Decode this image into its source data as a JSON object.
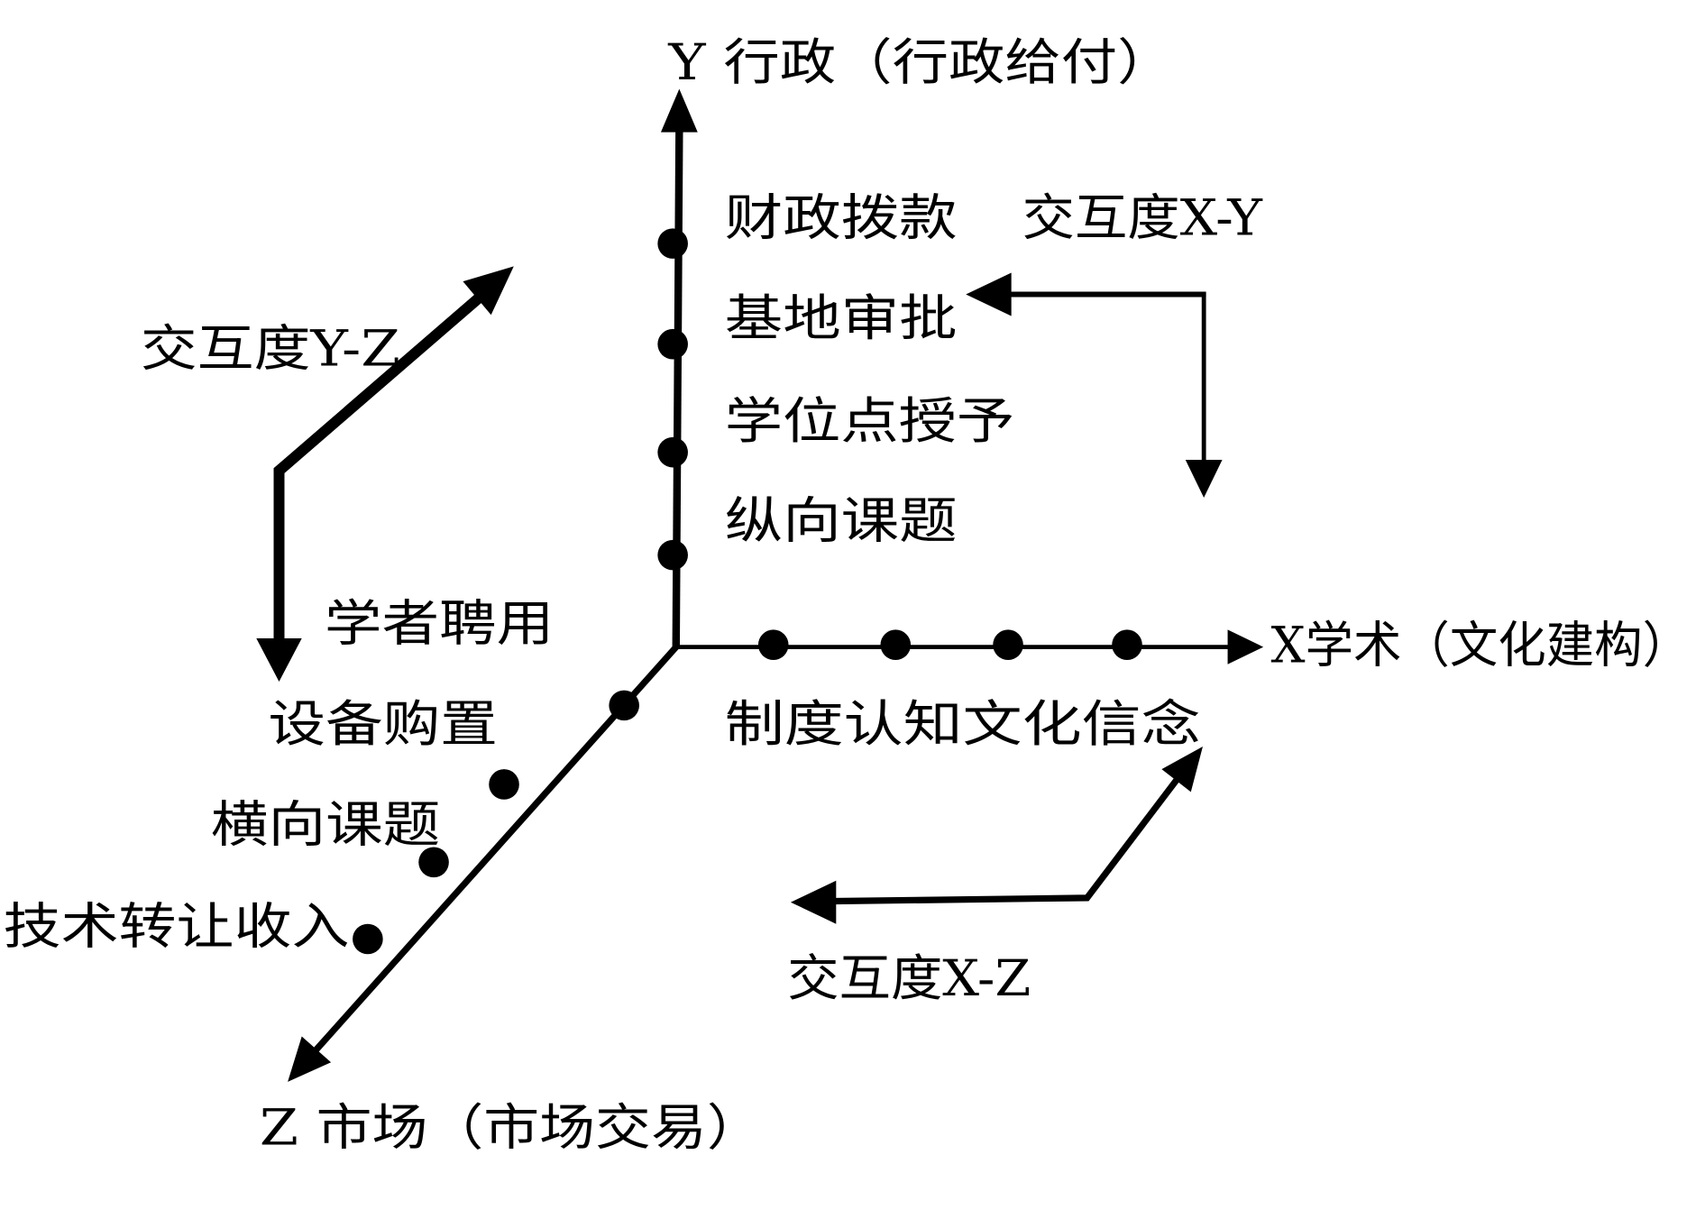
{
  "axes": {
    "y_label": "Y 行政（行政给付）",
    "x_label": "X学术（文化建构）",
    "z_label": "Z 市场（市场交易）"
  },
  "y_axis_items": [
    "财政拨款",
    "基地审批",
    "学位点授予",
    "纵向课题"
  ],
  "x_axis_items_label": "制度认知文化信念",
  "z_axis_items": [
    "学者聘用",
    "设备购置",
    "横向课题",
    "技术转让收入"
  ],
  "interactions": {
    "xy": "交互度X-Y",
    "yz": "交互度Y-Z",
    "xz": "交互度X-Z"
  },
  "colors": {
    "ink": "#000000",
    "background": "#ffffff"
  }
}
